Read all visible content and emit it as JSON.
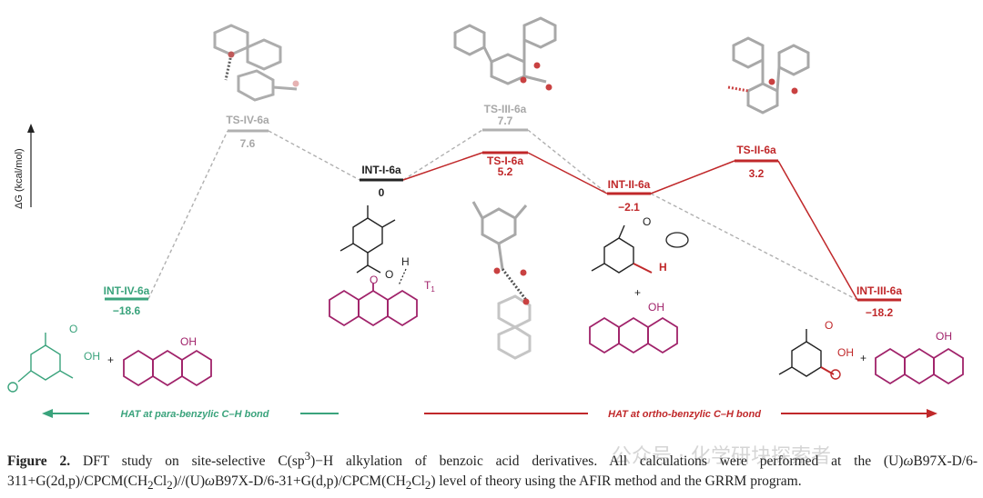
{
  "figure": {
    "y_axis_label": "ΔG (kcal/mol)",
    "states": [
      {
        "label": "INT-IV-6a",
        "energy": "−18.6"
      },
      {
        "label": "TS-IV-6a",
        "energy": "7.6"
      },
      {
        "label": "INT-I-6a",
        "energy": "0"
      },
      {
        "label": "TS-III-6a",
        "energy": "7.7"
      },
      {
        "label": "TS-I-6a",
        "energy": "5.2"
      },
      {
        "label": "INT-II-6a",
        "energy": "−2.1"
      },
      {
        "label": "TS-II-6a",
        "energy": "3.2"
      },
      {
        "label": "INT-III-6a",
        "energy": "−18.2"
      }
    ],
    "hat_left": "HAT at para-benzylic C–H bond",
    "hat_right": "HAT at ortho-benzylic C–H bond",
    "chem_text": {
      "oh": "OH",
      "o": "O",
      "h": "H",
      "t1": "T",
      "t1_sub": "1",
      "plus": "+"
    },
    "colors": {
      "red_path": "#c0282a",
      "gray_path": "#b0b0b0",
      "green": "#3aa37c",
      "magenta": "#a0226a",
      "black_path": "#222222"
    }
  },
  "caption": {
    "label": "Figure 2.",
    "text_1": " DFT study on site-selective C(sp",
    "sup_1": "3",
    "text_2": ")−H alkylation of benzoic acid derivatives. All calculations were performed at the (U)",
    "omega": "ω",
    "text_3": "B97X-D/6-311+G(2d,p)/CPCM(CH",
    "sub_1": "2",
    "text_4": "Cl",
    "sub_2": "2",
    "text_5": ")//(U)",
    "omega_2": "ω",
    "text_6": "B97X-D/6-31+G(d,p)/CPCM(CH",
    "sub_3": "2",
    "text_7": "Cl",
    "sub_4": "2",
    "text_8": ") level of theory using the AFIR method and the GRRM program."
  },
  "watermark": "公众号 · 化学研块探索者"
}
